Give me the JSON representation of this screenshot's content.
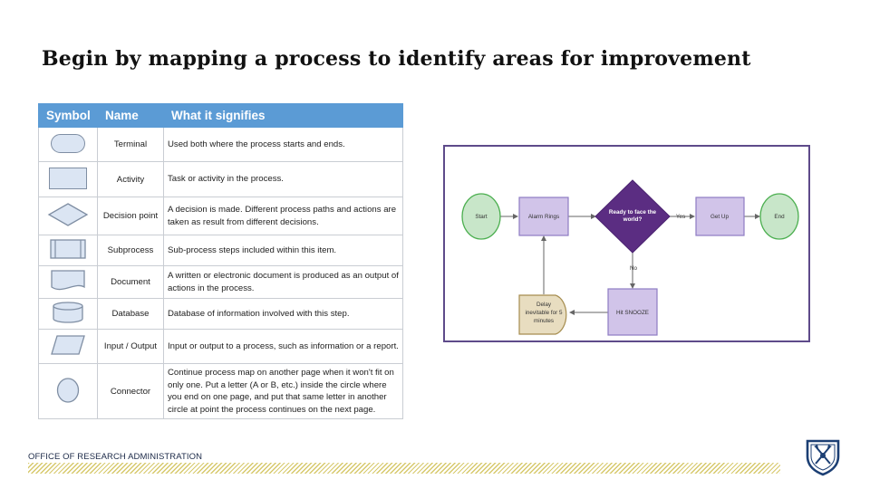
{
  "title": "Begin by mapping a process to identify areas for improvement",
  "table": {
    "headers": [
      "Symbol",
      "Name",
      "What it signifies"
    ],
    "rows": [
      {
        "symbol": "terminal-shape",
        "name": "Terminal",
        "description": "Used both where the process starts and ends."
      },
      {
        "symbol": "activity-shape",
        "name": "Activity",
        "description": "Task or activity in the process."
      },
      {
        "symbol": "decision-shape",
        "name": "Decision point",
        "description": "A decision is made. Different process paths and actions are taken as result from different decisions."
      },
      {
        "symbol": "subprocess-shape",
        "name": "Subprocess",
        "description": "Sub-process steps included within this item."
      },
      {
        "symbol": "document-shape",
        "name": "Document",
        "description": "A written or electronic document is produced as an output of actions in the process."
      },
      {
        "symbol": "database-shape",
        "name": "Database",
        "description": "Database of information involved with this step."
      },
      {
        "symbol": "input-output-shape",
        "name": "Input / Output",
        "description": "Input or output to a process, such as information or a report."
      },
      {
        "symbol": "connector-shape",
        "name": "Connector",
        "description": "Continue process map on another page when it won't fit on only one. Put a letter (A or B, etc.) inside the circle where you end on one page, and put that same letter in another circle at point the process continues on the next page."
      }
    ]
  },
  "flow": {
    "start": "Start",
    "alarm": "Alarm Rings",
    "decision_line1": "Ready to face the",
    "decision_line2": "world?",
    "yes": "Yes",
    "getup": "Get Up",
    "end": "End",
    "no": "No",
    "snooze": "Hit SNOOZE",
    "delay_line1": "Delay",
    "delay_line2": "inevitable for 5",
    "delay_line3": "minutes"
  },
  "colors": {
    "header_blue": "#5b9bd5",
    "terminal_green": "#c8e6c9",
    "terminal_border": "#4caf50",
    "activity_purple": "#d1c4e9",
    "decision_purple": "#5b2d82",
    "delay_tan": "#e8ddc0"
  },
  "footer": {
    "org": "OFFICE OF RESEARCH ADMINISTRATION"
  },
  "logo_icon": "emory-shield-icon"
}
